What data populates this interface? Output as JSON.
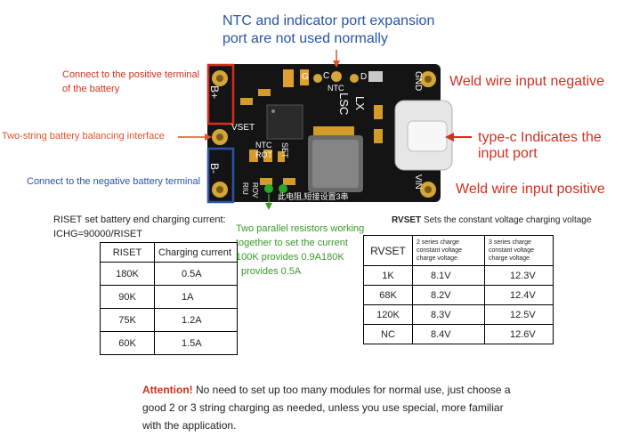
{
  "colors": {
    "red": "#d32f1e",
    "orange": "#e0522a",
    "blue": "#2a53a8",
    "green": "#3a9a2a",
    "pcb": "#141414",
    "pad": "#d4a53a"
  },
  "top_note": {
    "line1": "NTC and indicator port expansion",
    "line2": "port are not used normally"
  },
  "left_labels": {
    "pos_terminal_1": "Connect to the positive terminal",
    "pos_terminal_2": "of the battery",
    "balance": "Two-string battery balancing interface",
    "neg_terminal": "Connect to the negative battery terminal"
  },
  "right_labels": {
    "weld_negative": "Weld wire input negative",
    "typec_1": "type-c Indicates the",
    "typec_2": "input port",
    "weld_positive": "Weld wire input positive"
  },
  "board": {
    "bplus": "B+",
    "vset": "VSET",
    "bminus": "B-",
    "g": "G",
    "c": "C",
    "d": "D",
    "ntc_top": "NTC",
    "lx": "LX",
    "lsc": "LSC",
    "ntc": "NTC",
    "rot": "ROT",
    "set": "SET",
    "gnd": "GND",
    "vin": "VIN",
    "riu": "RIU",
    "rov": "ROV",
    "chinese": "此电阻,短接设置3串"
  },
  "green_note": {
    "line1": "Two parallel resistors working",
    "line2": "together to set the current",
    "line3": "100K provides 0.9A180K",
    "line4": "provides 0.5A"
  },
  "riset": {
    "line1": "RISET set battery end charging current:",
    "line2": "ICHG=90000/RISET",
    "headers": [
      "RISET",
      "Charging current"
    ],
    "rows": [
      [
        "180K",
        "0.5A"
      ],
      [
        "90K",
        "1A"
      ],
      [
        "75K",
        "1.2A"
      ],
      [
        "60K",
        "1.5A"
      ]
    ]
  },
  "rvset": {
    "title_bold": "RVSET",
    "title_rest": " Sets the constant voltage charging voltage",
    "headers": [
      "RVSET",
      "2 series charge constant voltage charge voltage",
      "3 series charge constant voltage charge voltage"
    ],
    "rows": [
      [
        "1K",
        "8.1V",
        "12.3V"
      ],
      [
        "68K",
        "8.2V",
        "12.4V"
      ],
      [
        "120K",
        "8.3V",
        "12.5V"
      ],
      [
        "NC",
        "8.4V",
        "12.6V"
      ]
    ]
  },
  "attention": {
    "bold": "Attention!",
    "line1": " No need to set up too many modules for normal use, just choose a",
    "line2": "good 2 or 3 string charging as needed, unless you use special, more familiar",
    "line3": "with the application."
  }
}
